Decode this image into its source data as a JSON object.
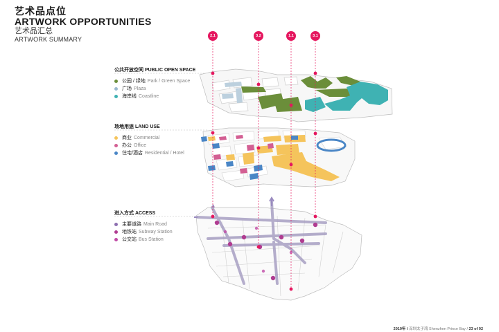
{
  "header": {
    "title_cn": "艺术品点位",
    "title_en": "ARTWORK OPPORTUNITIES",
    "subtitle_cn": "艺术品汇总",
    "subtitle_en": "ARTWORK SUMMARY"
  },
  "markers": [
    {
      "label": "2.1"
    },
    {
      "label": "3.2"
    },
    {
      "label": "1.1"
    },
    {
      "label": "3.1"
    }
  ],
  "layers": {
    "open_space": {
      "title": "公共开放空间 PUBLIC OPEN SPACE",
      "items": [
        {
          "cn": "公园 / 绿地",
          "en": "Park / Green Space",
          "color": "#6b8e3a"
        },
        {
          "cn": "广场",
          "en": "Plaza",
          "color": "#9bb9cf"
        },
        {
          "cn": "海岸线",
          "en": "Coastline",
          "color": "#3fb2b3"
        }
      ]
    },
    "land_use": {
      "title": "场地用途 LAND USE",
      "items": [
        {
          "cn": "商业",
          "en": "Commercial",
          "color": "#f5c45c"
        },
        {
          "cn": "办公",
          "en": "Office",
          "color": "#d35f93"
        },
        {
          "cn": "住宅/酒店",
          "en": "Residential / Hotel",
          "color": "#4a86c6"
        }
      ]
    },
    "access": {
      "title": "进入方式 ACCESS",
      "items": [
        {
          "cn": "主要道路",
          "en": "Main Road",
          "color": "#8d6fb0"
        },
        {
          "cn": "地铁站",
          "en": "Subway Station",
          "color": "#b03c91"
        },
        {
          "cn": "公交站",
          "en": "Bus Station",
          "color": "#c14ba6"
        }
      ]
    }
  },
  "footer": {
    "year": "2019年 /",
    "project": "深圳太子湾 Shenzhen Prince Bay /",
    "page": "23 of 92"
  }
}
